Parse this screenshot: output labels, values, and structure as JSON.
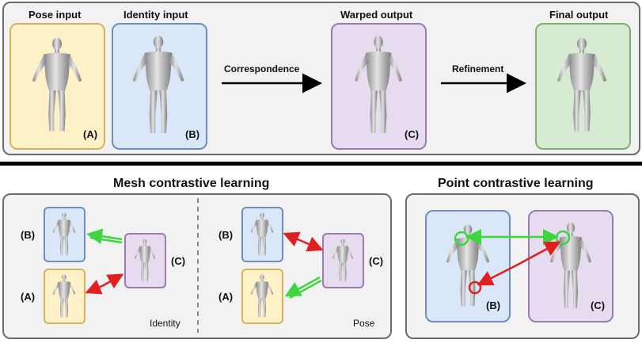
{
  "top": {
    "pose_input": "Pose input",
    "identity_input": "Identity input",
    "warped_output": "Warped output",
    "final_output": "Final output",
    "label_a": "(A)",
    "label_b": "(B)",
    "label_c": "(C)",
    "correspondence": "Correspondence",
    "refinement": "Refinement"
  },
  "mesh": {
    "title": "Mesh contrastive learning",
    "label_a": "(A)",
    "label_b": "(B)",
    "label_c": "(C)",
    "identity": "Identity",
    "pose": "Pose"
  },
  "point": {
    "title": "Point contrastive learning",
    "label_b": "(B)",
    "label_c": "(C)"
  },
  "colors": {
    "pose_card": "#fef1c8",
    "identity_card": "#d9e7f8",
    "warped_card": "#e6dbef",
    "final_card": "#d6ebd2",
    "positive_arrow": "#3ed63e",
    "negative_arrow": "#e02020"
  }
}
